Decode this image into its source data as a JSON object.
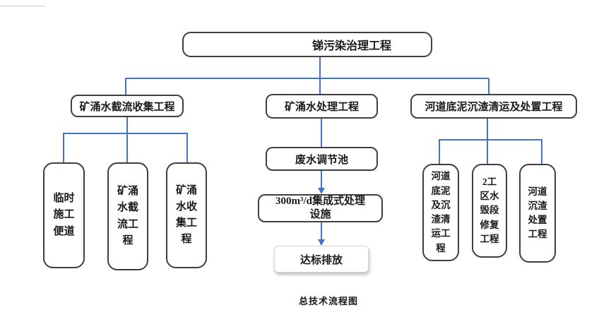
{
  "diagram": {
    "caption": "总技术流程图",
    "root": {
      "label": "锑污染治理工程"
    },
    "branches": [
      {
        "label": "矿涌水截流收集工程",
        "children": [
          "临时\n施工\n便道",
          "矿涌\n水截\n流工\n程",
          "矿涌\n水收\n集工\n程"
        ]
      },
      {
        "label": "矿涌水处理工程",
        "chain": [
          "废水调节池",
          "300m³/d集成式处理\n设施",
          "达标排放"
        ]
      },
      {
        "label": "河道底泥沉渣清运及处置工程",
        "children": [
          "河道\n底泥\n及沉\n渣清\n运工\n程",
          "2工\n区水\n毁段\n修复\n工程",
          "河道\n沉渣\n处置\n工程"
        ]
      }
    ],
    "colors": {
      "connector": "#4472C4",
      "box_border": "#3f3f3f",
      "text": "#1a1a1a"
    }
  }
}
